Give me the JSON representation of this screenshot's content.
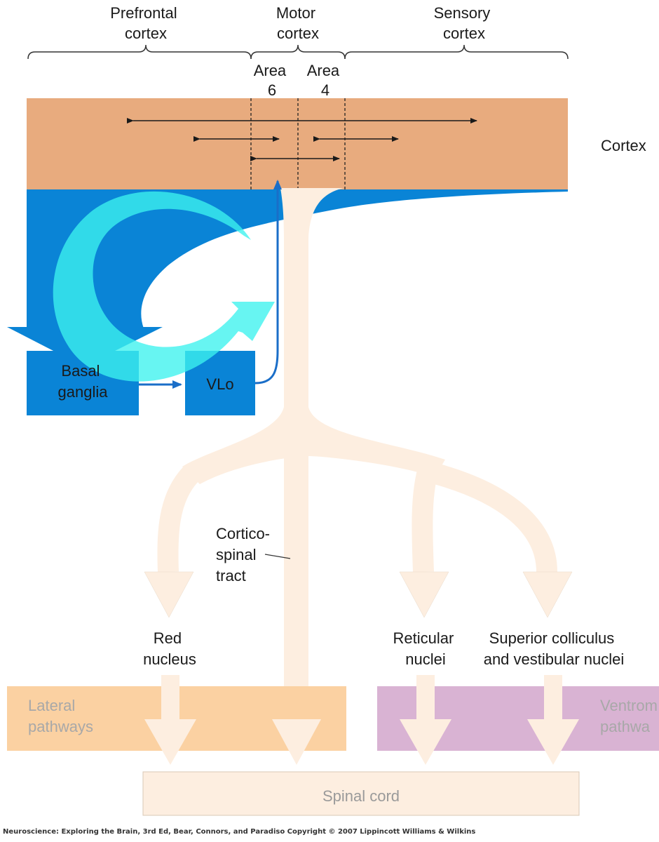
{
  "regions": {
    "prefrontal": [
      "Prefrontal",
      "cortex"
    ],
    "motor": [
      "Motor",
      "cortex"
    ],
    "sensory": [
      "Sensory",
      "cortex"
    ],
    "area6": [
      "Area",
      "6"
    ],
    "area4": [
      "Area",
      "4"
    ]
  },
  "cortex_label": "Cortex",
  "basal_ganglia": [
    "Basal",
    "ganglia"
  ],
  "vlo": "VLo",
  "corticospinal": [
    "Cortico-",
    "spinal",
    "tract"
  ],
  "red_nucleus": [
    "Red",
    "nucleus"
  ],
  "reticular_nuclei": [
    "Reticular",
    "nuclei"
  ],
  "superior_colliculus": [
    "Superior colliculus",
    "and vestibular nuclei"
  ],
  "lateral_pathways": [
    "Lateral",
    "pathways"
  ],
  "ventromedial_pathways": [
    "Ventrom",
    "pathwa"
  ],
  "spinal_cord": "Spinal cord",
  "credit": "Neuroscience: Exploring the Brain, 3rd Ed, Bear, Connors, and Paradiso Copyright © 2007 Lippincott Williams & Wilkins",
  "colors": {
    "cortex": "#e8ab7e",
    "subcortical_blue": "#0a84d6",
    "loop_cyan": "#3cf2ee",
    "tract": "#fdeee0",
    "lateral_band": "#fbd1a2",
    "ventromedial_band": "#d9b3d3",
    "spinal_cord": "#fdeee0"
  }
}
